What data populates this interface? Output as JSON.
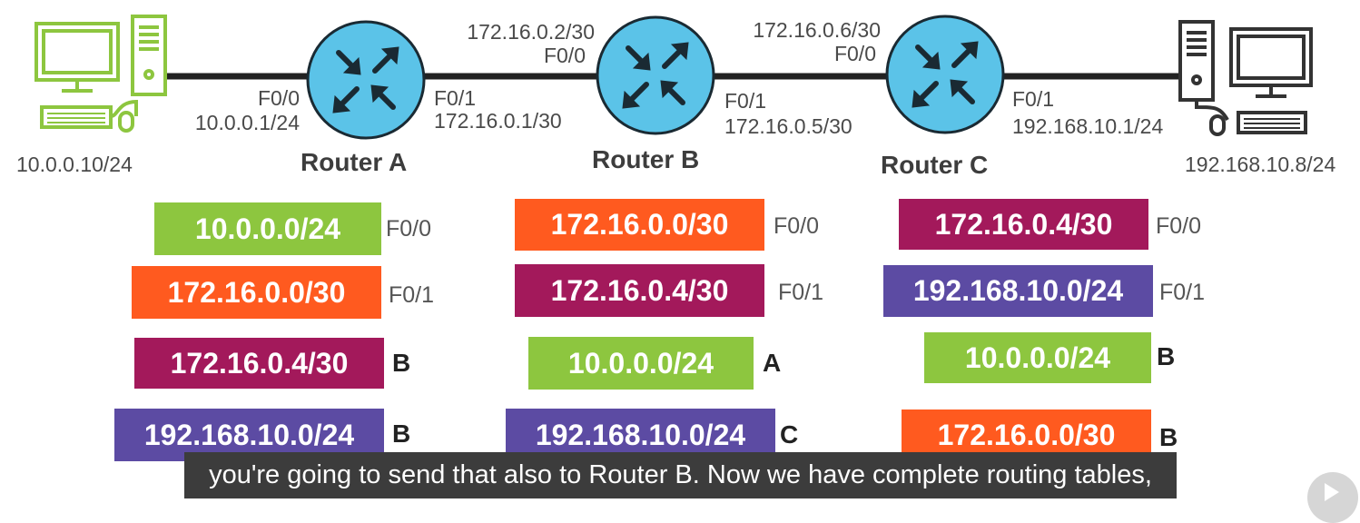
{
  "network": {
    "pc_left": {
      "ip": "10.0.0.10/24"
    },
    "pc_right": {
      "ip": "192.168.10.8/24"
    },
    "router_a": {
      "name": "Router A",
      "f00_label": "F0/0",
      "f00_ip": "10.0.0.1/24",
      "f01_label": "F0/1",
      "f01_ip": "172.16.0.1/30"
    },
    "router_b": {
      "name": "Router B",
      "f00_label": "F0/0",
      "f00_ip": "172.16.0.2/30",
      "f01_label": "F0/1",
      "f01_ip": "172.16.0.5/30"
    },
    "router_c": {
      "name": "Router C",
      "f00_label": "F0/0",
      "f00_ip": "172.16.0.6/30",
      "f01_label": "F0/1",
      "f01_ip": "192.168.10.1/24"
    }
  },
  "tables": {
    "a": [
      {
        "network": "10.0.0.0/24",
        "via": "F0/0",
        "color": "#8dc63f"
      },
      {
        "network": "172.16.0.0/30",
        "via": "F0/1",
        "color": "#ff5a1f"
      },
      {
        "network": "172.16.0.4/30",
        "via": "B",
        "color": "#a3195b"
      },
      {
        "network": "192.168.10.0/24",
        "via": "B",
        "color": "#5c4ba3"
      }
    ],
    "b": [
      {
        "network": "172.16.0.0/30",
        "via": "F0/0",
        "color": "#ff5a1f"
      },
      {
        "network": "172.16.0.4/30",
        "via": "F0/1",
        "color": "#a3195b"
      },
      {
        "network": "10.0.0.0/24",
        "via": "A",
        "color": "#8dc63f"
      },
      {
        "network": "192.168.10.0/24",
        "via": "C",
        "color": "#5c4ba3"
      }
    ],
    "c": [
      {
        "network": "172.16.0.4/30",
        "via": "F0/0",
        "color": "#a3195b"
      },
      {
        "network": "192.168.10.0/24",
        "via": "F0/1",
        "color": "#5c4ba3"
      },
      {
        "network": "10.0.0.0/24",
        "via": "B",
        "color": "#8dc63f"
      },
      {
        "network": "172.16.0.0/30",
        "via": "B",
        "color": "#ff5a1f"
      }
    ]
  },
  "caption": "you're going to send that also to Router B. Now we have complete routing tables,",
  "colors": {
    "router_fill": "#5bc3e8",
    "link": "#222222",
    "pc_left": "#8dc63f",
    "pc_right": "#333333"
  },
  "icons": {
    "router": "router-icon",
    "pc_left": "desktop-computer-icon",
    "pc_right": "desktop-computer-icon",
    "player": "play-icon"
  }
}
